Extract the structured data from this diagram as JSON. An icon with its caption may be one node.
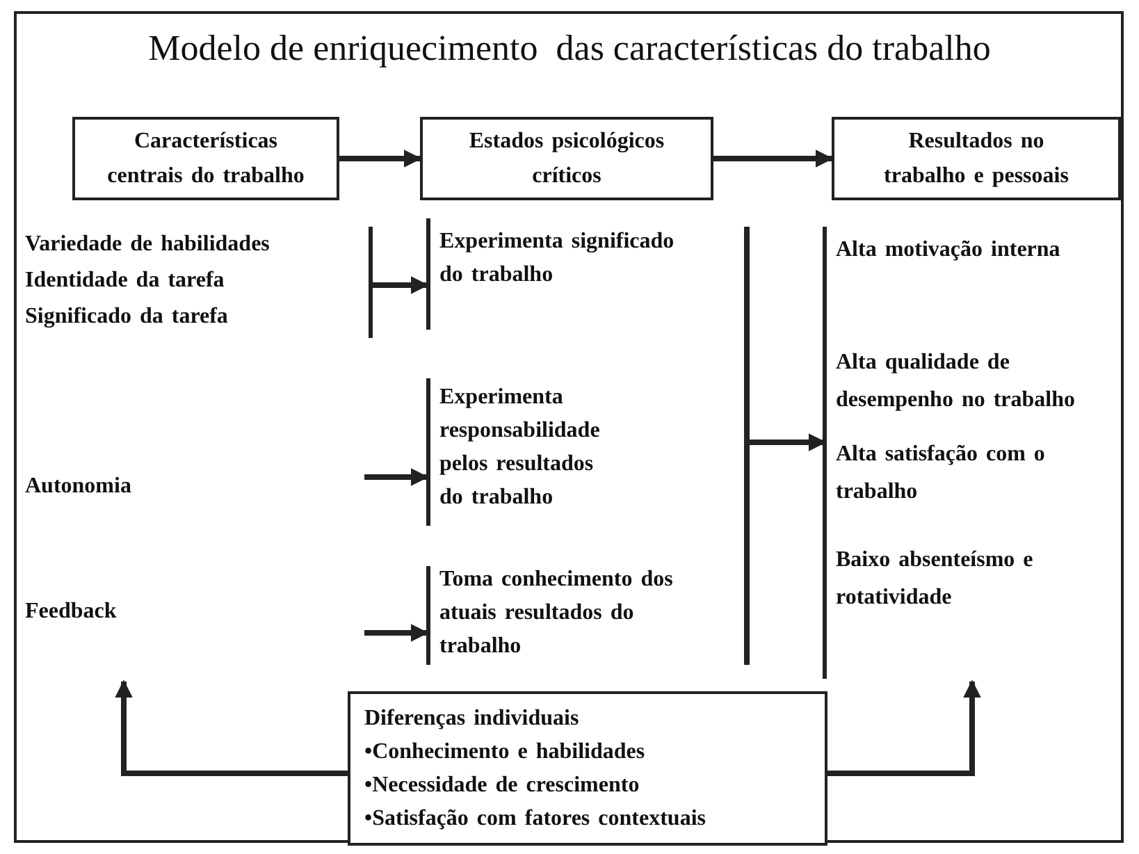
{
  "diagram": {
    "title": "Modelo de enriquecimento  das características do trabalho",
    "nodes": [
      {
        "text": [
          "Características centrais do trabalho"
        ]
      },
      {
        "text": [
          "Estados psicológicos críticos"
        ]
      },
      {
        "text": [
          "Resultados no trabalho e pessoais"
        ]
      },
      {
        "text": [
          "Variedade de habilidades",
          "Identidade da tarefa",
          "Significado da tarefa"
        ]
      },
      {
        "text": [
          "Experimenta significado do trabalho"
        ]
      },
      {
        "text": [
          "Autonomia"
        ]
      },
      {
        "text": [
          "Experimenta responsabilidade pelos resultados do trabalho"
        ]
      },
      {
        "text": [
          "Feedback"
        ]
      },
      {
        "text": [
          "Toma conhecimento dos atuais resultados do trabalho"
        ]
      },
      {
        "text": [
          "Alta motivação interna",
          "Alta qualidade de desempenho no trabalho",
          "Alta satisfação com o trabalho",
          "Baixo absenteísmo e rotatividade"
        ]
      },
      {
        "text": [
          "Diferenças individuais",
          "•Conhecimento e habilidades",
          "•Necessidade de crescimento",
          "•Satisfação com fatores contextuais"
        ]
      },
      {
        "text": [],
        "shape": "bar"
      }
    ],
    "edges": [
      {
        "from": 0,
        "to": 1,
        "arrow": "to"
      },
      {
        "from": 1,
        "to": 2,
        "arrow": "to"
      },
      {
        "from": 3,
        "to": 4,
        "arrow": "to"
      },
      {
        "from": null,
        "to": 6,
        "arrow": "to"
      },
      {
        "from": null,
        "to": 8,
        "arrow": "to"
      },
      {
        "from": 11,
        "to": 9,
        "arrow": "to"
      },
      {
        "from": 10,
        "to": 7,
        "arrow": "to"
      },
      {
        "from": 10,
        "to": 9,
        "arrow": "to"
      }
    ]
  }
}
